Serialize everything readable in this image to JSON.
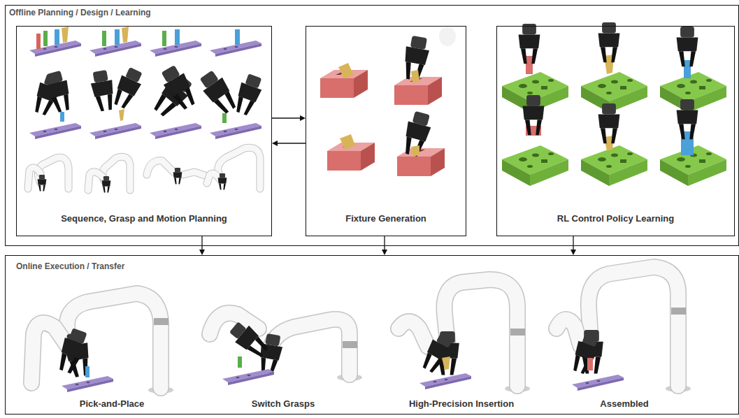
{
  "diagram": {
    "nodes": [
      {
        "text": [
          "Offline Planning / Design / Learning"
        ]
      },
      {
        "text": [
          "Sequence, Grasp and Motion Planning"
        ],
        "in": 0
      },
      {
        "text": [
          "Fixture Generation"
        ],
        "in": 0
      },
      {
        "text": [
          "RL Control Policy Learning"
        ],
        "in": 0
      },
      {
        "text": [
          "Online Execution / Transfer"
        ]
      }
    ],
    "edges": [
      {
        "from": 1,
        "to": 2,
        "arrow": "to"
      },
      {
        "from": 2,
        "to": 1,
        "arrow": "to"
      },
      {
        "from": 1,
        "to": 4,
        "arrow": "to"
      },
      {
        "from": 2,
        "to": 4,
        "arrow": "to"
      },
      {
        "from": 3,
        "to": 4,
        "arrow": "to"
      }
    ],
    "labels": [
      "Pick-and-Place",
      "Switch Grasps",
      "High-Precision Insertion",
      "Assembled"
    ]
  }
}
